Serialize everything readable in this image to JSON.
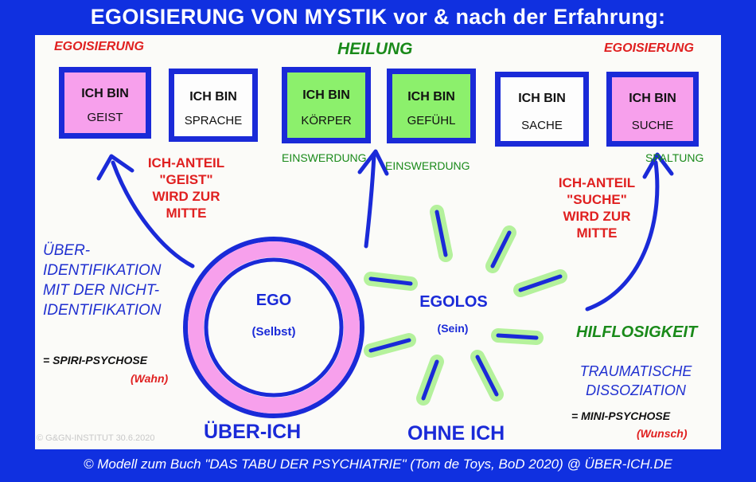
{
  "title": "EGOISIERUNG VON MYSTIK vor & nach der Erfahrung:",
  "footer": "© Modell zum Buch \"DAS TABU DER PSYCHIATRIE\" (Tom de Toys, BoD 2020) @ ÜBER-ICH.DE",
  "watermark": "© G&GN-INSTITUT 30.6.2020",
  "headings": {
    "left": "EGOISIERUNG",
    "center": "HEILUNG",
    "right": "EGOISIERUNG"
  },
  "boxes": [
    {
      "line1": "ICH BIN",
      "line2": "GEIST",
      "fill": "pink"
    },
    {
      "line1": "ICH BIN",
      "line2": "SPRACHE",
      "fill": "white"
    },
    {
      "line1": "ICH BIN",
      "line2": "KÖRPER",
      "fill": "green"
    },
    {
      "line1": "ICH BIN",
      "line2": "GEFÜHL",
      "fill": "green"
    },
    {
      "line1": "ICH BIN",
      "line2": "SACHE",
      "fill": "white"
    },
    {
      "line1": "ICH BIN",
      "line2": "SUCHE",
      "fill": "pink"
    }
  ],
  "labels": {
    "einswerdung_1": "EINSWERDUNG",
    "einswerdung_2": "EINSWERDUNG",
    "spaltung": "SPALTUNG",
    "ich_anteil_geist": [
      "ICH-ANTEIL",
      "\"GEIST\"",
      "WIRD ZUR",
      "MITTE"
    ],
    "ich_anteil_suche": [
      "ICH-ANTEIL",
      "\"SUCHE\"",
      "WIRD ZUR",
      "MITTE"
    ],
    "ueber_identifikation": [
      "ÜBER-",
      "IDENTIFIKATION",
      "MIT DER NICHT-",
      "IDENTIFIKATION"
    ],
    "spiri_psychose": "= SPIRI-PSYCHOSE",
    "wahn": "(Wahn)",
    "ego": "EGO",
    "selbst": "(Selbst)",
    "egolos": "EGOLOS",
    "sein": "(Sein)",
    "hilflosigkeit": "HILFLOSIGKEIT",
    "traumatische": [
      "TRAUMATISCHE",
      "DISSOZIATION"
    ],
    "mini_psychose": "= MINI-PSYCHOSE",
    "wunsch": "(Wunsch)",
    "ueber_ich": "ÜBER-ICH",
    "ohne_ich": "OHNE ICH"
  },
  "colors": {
    "background": "#1030e0",
    "board": "#fbfbf8",
    "marker_blue": "#1a2ad8",
    "pink": "#f7a0ec",
    "green": "#8cf06c",
    "red": "#e02020",
    "dark_green": "#1a8a1a"
  }
}
